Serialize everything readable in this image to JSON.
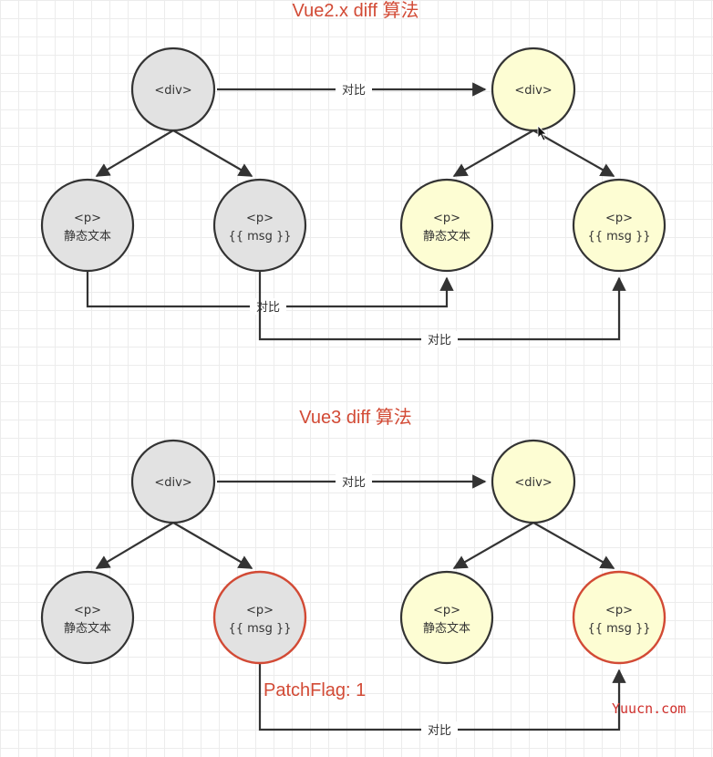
{
  "sections": [
    {
      "title": "Vue2.x diff 算法",
      "compare_label": "对比",
      "old_tree": {
        "root": "<div>",
        "children": [
          {
            "tag": "<p>",
            "content": "静态文本",
            "highlighted": false
          },
          {
            "tag": "<p>",
            "content": "{{ msg }}",
            "highlighted": false
          }
        ]
      },
      "new_tree": {
        "root": "<div>",
        "children": [
          {
            "tag": "<p>",
            "content": "静态文本",
            "highlighted": false
          },
          {
            "tag": "<p>",
            "content": "{{ msg }}",
            "highlighted": false
          }
        ]
      }
    },
    {
      "title": "Vue3 diff 算法",
      "compare_label": "对比",
      "old_tree": {
        "root": "<div>",
        "children": [
          {
            "tag": "<p>",
            "content": "静态文本",
            "highlighted": false
          },
          {
            "tag": "<p>",
            "content": "{{ msg }}",
            "highlighted": true
          }
        ]
      },
      "new_tree": {
        "root": "<div>",
        "children": [
          {
            "tag": "<p>",
            "content": "静态文本",
            "highlighted": false
          },
          {
            "tag": "<p>",
            "content": "{{ msg }}",
            "highlighted": true
          }
        ]
      },
      "patch_flag": "PatchFlag: 1"
    }
  ],
  "watermark": "Yuucn.com",
  "colors": {
    "old_node_fill": "#e2e2e2",
    "new_node_fill": "#fdfdd3",
    "stroke": "#333333",
    "highlight_stroke": "#d24a35",
    "title": "#d24a35"
  }
}
